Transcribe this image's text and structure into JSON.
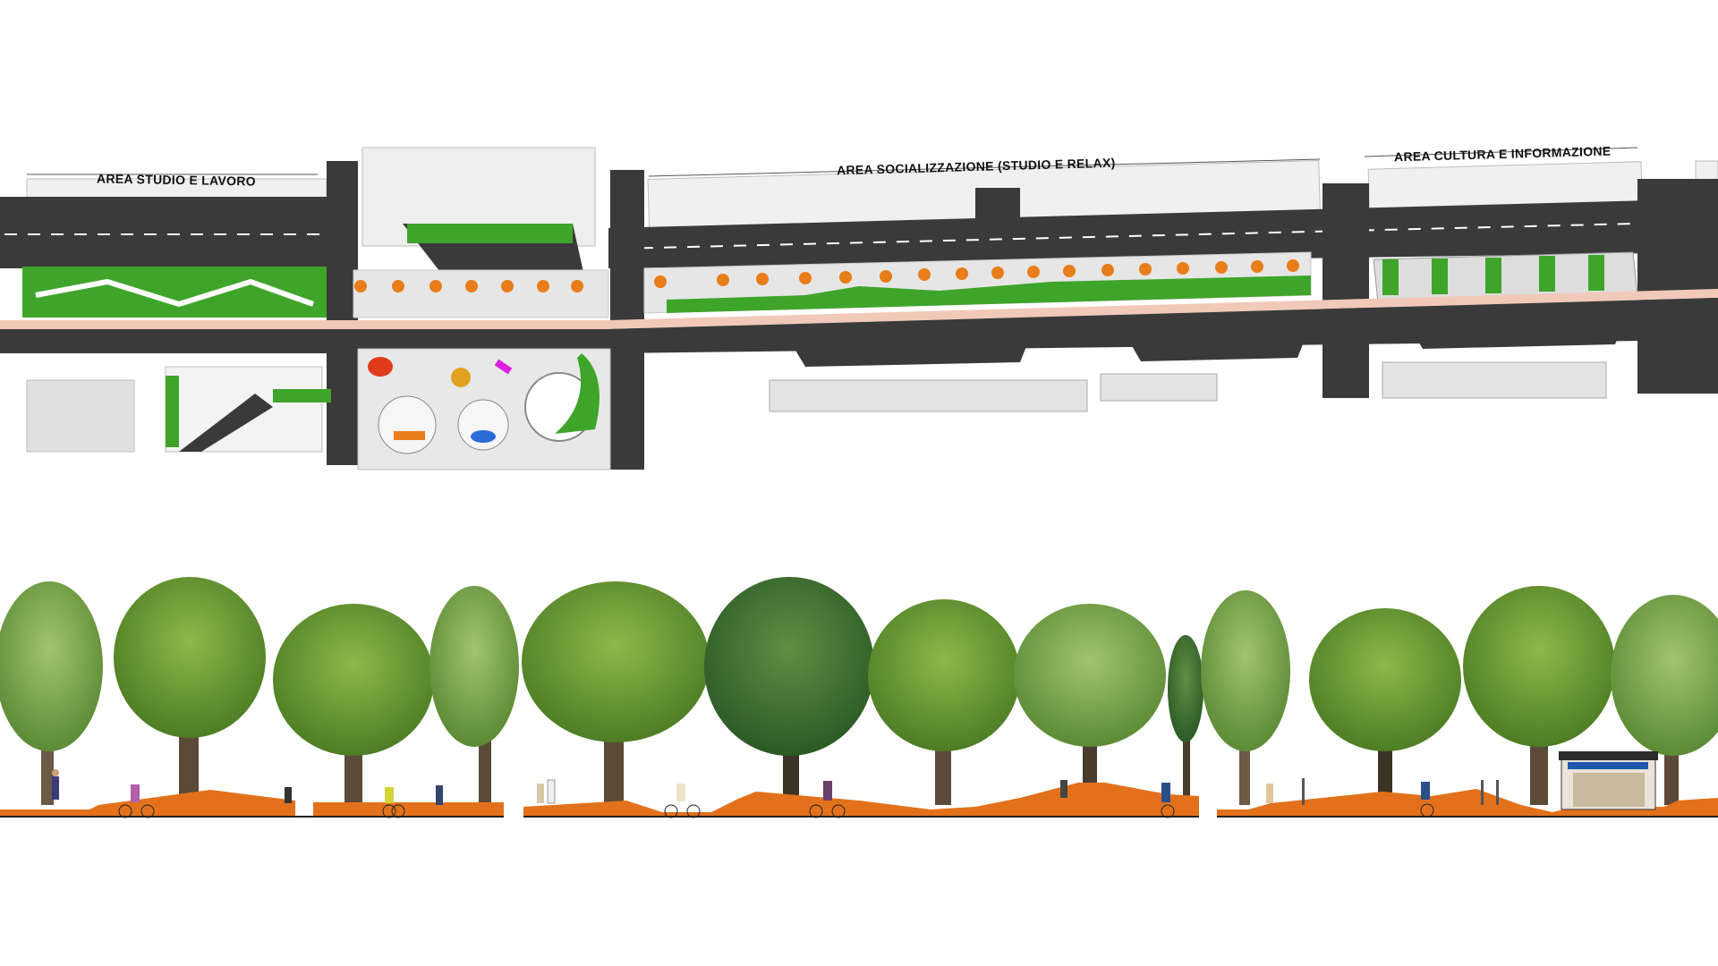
{
  "plan": {
    "areas": [
      {
        "label": "AREA STUDIO E LAVORO"
      },
      {
        "label": "AREA SOCIALIZZAZIONE (STUDIO E RELAX)"
      },
      {
        "label": "AREA CULTURA E INFORMAZIONE"
      }
    ],
    "colors": {
      "road": "#3a3a3a",
      "green": "#3fa52a",
      "pavement": "#e9e9e9",
      "cycle_lane": "#f1c9b8",
      "planter": "#e87d1a",
      "ground": "#e3711b"
    }
  },
  "sections": [
    {
      "name": "section-studio-lavoro"
    },
    {
      "name": "section-socializzazione"
    },
    {
      "name": "section-cultura-informazione"
    }
  ]
}
